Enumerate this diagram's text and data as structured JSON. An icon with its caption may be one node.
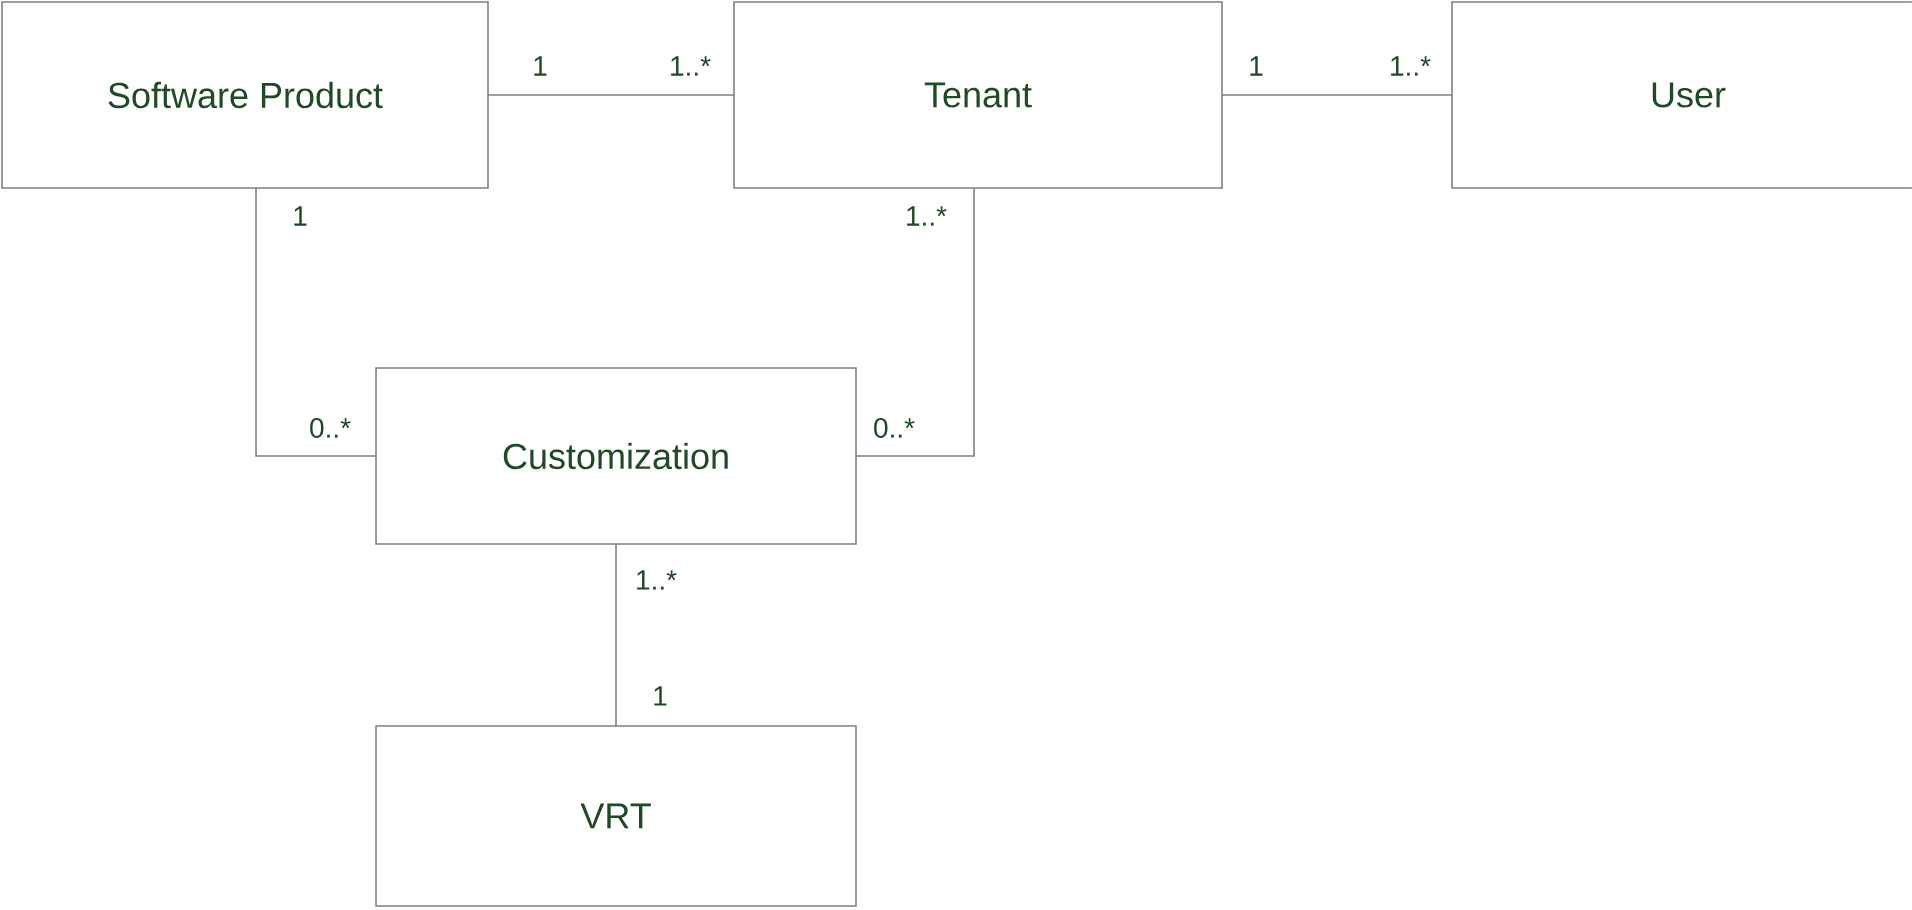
{
  "diagram": {
    "nodes": [
      {
        "text": [
          "Software Product"
        ]
      },
      {
        "text": [
          "Tenant"
        ]
      },
      {
        "text": [
          "User"
        ]
      },
      {
        "text": [
          "Customization"
        ]
      },
      {
        "text": [
          "VRT"
        ]
      }
    ],
    "edges": [
      {
        "from": 0,
        "to": 1,
        "arrow": "none"
      },
      {
        "from": 1,
        "to": 2,
        "arrow": "none"
      },
      {
        "from": 0,
        "to": 3,
        "arrow": "none"
      },
      {
        "from": 1,
        "to": 3,
        "arrow": "none"
      },
      {
        "from": 3,
        "to": 4,
        "arrow": "none"
      }
    ],
    "labels": [
      "1",
      "1..*",
      "1",
      "1..*",
      "1",
      "1..*",
      "0..*",
      "0..*",
      "1..*",
      "1"
    ]
  }
}
